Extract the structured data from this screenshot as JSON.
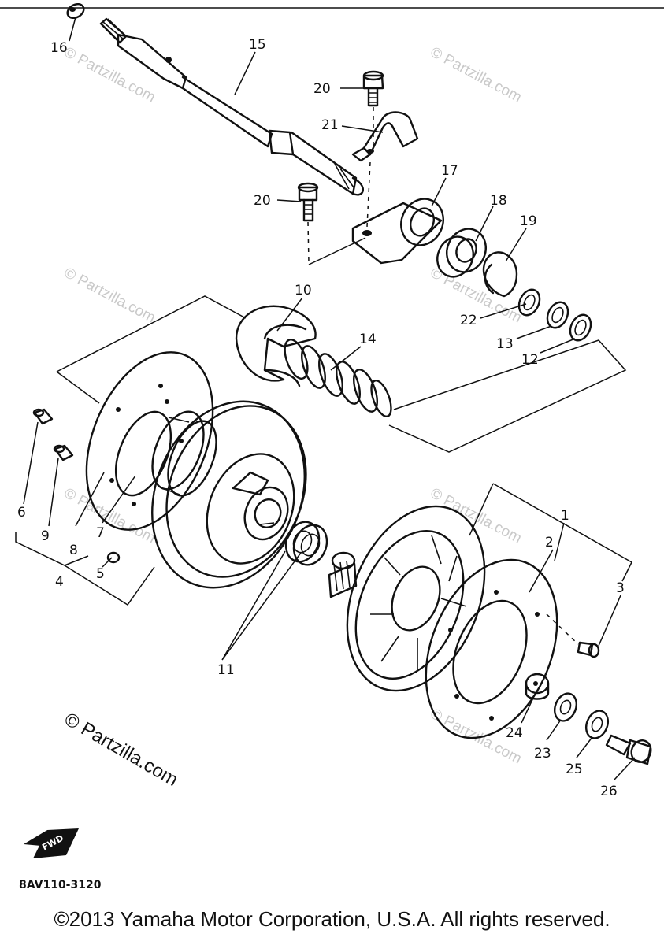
{
  "watermark": {
    "faint": "© Partzilla.com",
    "main": "© Partzilla.com"
  },
  "callouts": [
    "1",
    "2",
    "3",
    "4",
    "5",
    "6",
    "7",
    "8",
    "9",
    "10",
    "11",
    "12",
    "13",
    "14",
    "15",
    "16",
    "17",
    "18",
    "19",
    "20",
    "20",
    "21",
    "22",
    "23",
    "24",
    "25",
    "26"
  ],
  "forward_badge": "FWD",
  "drawing_code": "8AV110-3120",
  "copyright": "©2013 Yamaha Motor Corporation, U.S.A. All rights reserved."
}
